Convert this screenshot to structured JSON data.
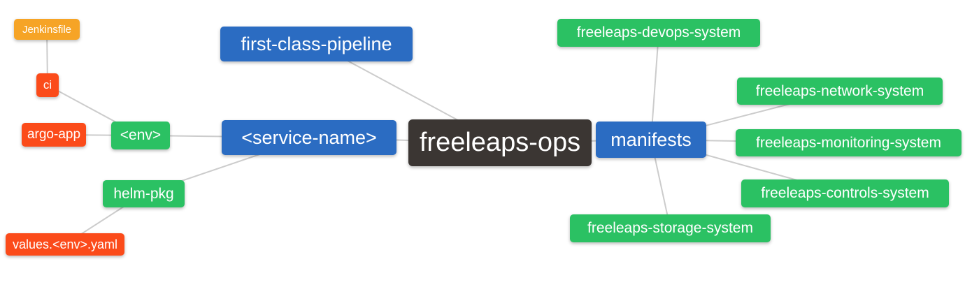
{
  "diagram": {
    "type": "mindmap",
    "root_label": "freeleaps-ops"
  },
  "colors": {
    "blue": "#2b6cc2",
    "green": "#2bc163",
    "red": "#fb4b1a",
    "orange": "#f6a426",
    "dark": "#3b3633",
    "edge": "#cccccc",
    "background": "#ffffff",
    "text": "#ffffff"
  },
  "nodes": [
    {
      "id": "jenkinsfile",
      "label": "Jenkinsfile",
      "color": "orange"
    },
    {
      "id": "ci",
      "label": "ci",
      "color": "red"
    },
    {
      "id": "argo-app",
      "label": "argo-app",
      "color": "red"
    },
    {
      "id": "env",
      "label": "<env>",
      "color": "green"
    },
    {
      "id": "helm-pkg",
      "label": "helm-pkg",
      "color": "green"
    },
    {
      "id": "values-env-yaml",
      "label": "values.<env>.yaml",
      "color": "red"
    },
    {
      "id": "first-class-pipeline",
      "label": "first-class-pipeline",
      "color": "blue"
    },
    {
      "id": "service-name",
      "label": "<service-name>",
      "color": "blue"
    },
    {
      "id": "freeleaps-ops",
      "label": "freeleaps-ops",
      "color": "dark"
    },
    {
      "id": "manifests",
      "label": "manifests",
      "color": "blue"
    },
    {
      "id": "freeleaps-devops-system",
      "label": "freeleaps-devops-system",
      "color": "green"
    },
    {
      "id": "freeleaps-network-system",
      "label": "freeleaps-network-system",
      "color": "green"
    },
    {
      "id": "freeleaps-monitoring-system",
      "label": "freeleaps-monitoring-system",
      "color": "green"
    },
    {
      "id": "freeleaps-controls-system",
      "label": "freeleaps-controls-system",
      "color": "green"
    },
    {
      "id": "freeleaps-storage-system",
      "label": "freeleaps-storage-system",
      "color": "green"
    }
  ],
  "edges": [
    {
      "from": "jenkinsfile",
      "to": "ci"
    },
    {
      "from": "ci",
      "to": "env"
    },
    {
      "from": "argo-app",
      "to": "env"
    },
    {
      "from": "env",
      "to": "service-name"
    },
    {
      "from": "helm-pkg",
      "to": "service-name"
    },
    {
      "from": "values-env-yaml",
      "to": "helm-pkg"
    },
    {
      "from": "first-class-pipeline",
      "to": "freeleaps-ops"
    },
    {
      "from": "service-name",
      "to": "freeleaps-ops"
    },
    {
      "from": "freeleaps-ops",
      "to": "manifests"
    },
    {
      "from": "manifests",
      "to": "freeleaps-devops-system"
    },
    {
      "from": "manifests",
      "to": "freeleaps-network-system"
    },
    {
      "from": "manifests",
      "to": "freeleaps-monitoring-system"
    },
    {
      "from": "manifests",
      "to": "freeleaps-controls-system"
    },
    {
      "from": "manifests",
      "to": "freeleaps-storage-system"
    }
  ]
}
